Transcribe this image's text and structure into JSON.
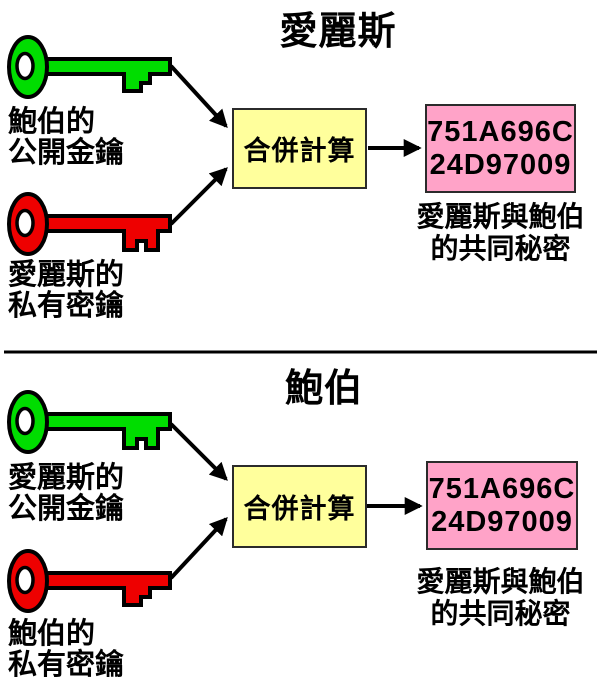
{
  "colors": {
    "public_key_green": "#00DD00",
    "private_key_red": "#EE0000",
    "combine_box_yellow": "#FFFF9C",
    "secret_box_pink": "#FFA3C8",
    "line_black": "#000000"
  },
  "alice_panel": {
    "title": "愛麗斯",
    "public_key_label": {
      "line1": "鮑伯的",
      "line2": "公開金鑰"
    },
    "private_key_label": {
      "line1": "愛麗斯的",
      "line2": "私有密鑰"
    },
    "combine_label": "合併計算",
    "secret_value": {
      "line1": "751A696C",
      "line2": "24D97009"
    },
    "secret_caption": {
      "line1": "愛麗斯與鮑伯",
      "line2": "的共同秘密"
    }
  },
  "bob_panel": {
    "title": "鮑伯",
    "public_key_label": {
      "line1": "愛麗斯的",
      "line2": "公開金鑰"
    },
    "private_key_label": {
      "line1": "鮑伯的",
      "line2": "私有密鑰"
    },
    "combine_label": "合併計算",
    "secret_value": {
      "line1": "751A696C",
      "line2": "24D97009"
    },
    "secret_caption": {
      "line1": "愛麗斯與鮑伯",
      "line2": "的共同秘密"
    }
  }
}
